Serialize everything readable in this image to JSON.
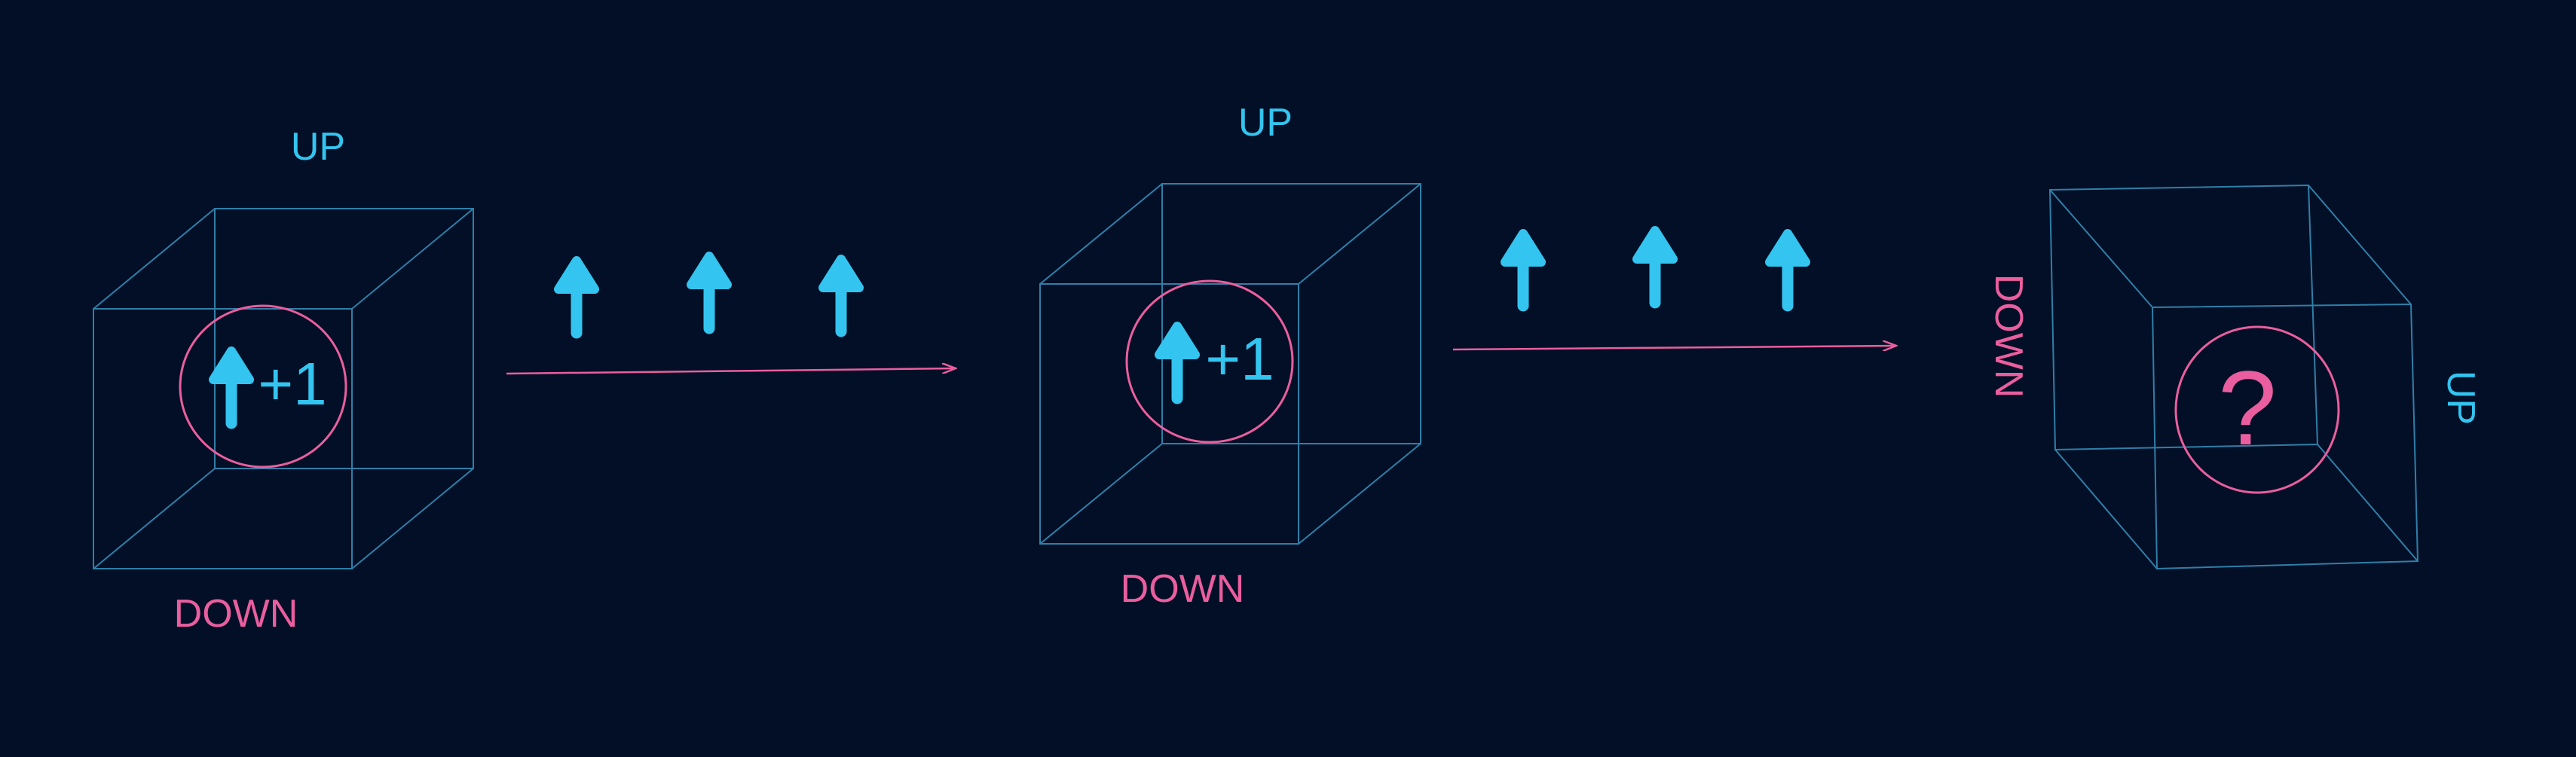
{
  "colors": {
    "background": "#020f26",
    "cube": "#2f7fa8",
    "cyan": "#33c4ef",
    "pink": "#ea5e9f"
  },
  "panels": [
    {
      "up_label": "UP",
      "down_label": "DOWN",
      "value_label": "+1",
      "value_icon": "up-arrow-icon"
    },
    {
      "up_label": "UP",
      "down_label": "DOWN",
      "value_label": "+1",
      "value_icon": "up-arrow-icon"
    },
    {
      "up_label": "UP",
      "down_label": "DOWN",
      "value_label": "?"
    }
  ],
  "transitions": [
    {
      "arrows": [
        "up-arrow-icon",
        "up-arrow-icon",
        "up-arrow-icon"
      ],
      "connector": "right-arrow"
    },
    {
      "arrows": [
        "up-arrow-icon",
        "up-arrow-icon",
        "up-arrow-icon"
      ],
      "connector": "right-arrow"
    }
  ]
}
